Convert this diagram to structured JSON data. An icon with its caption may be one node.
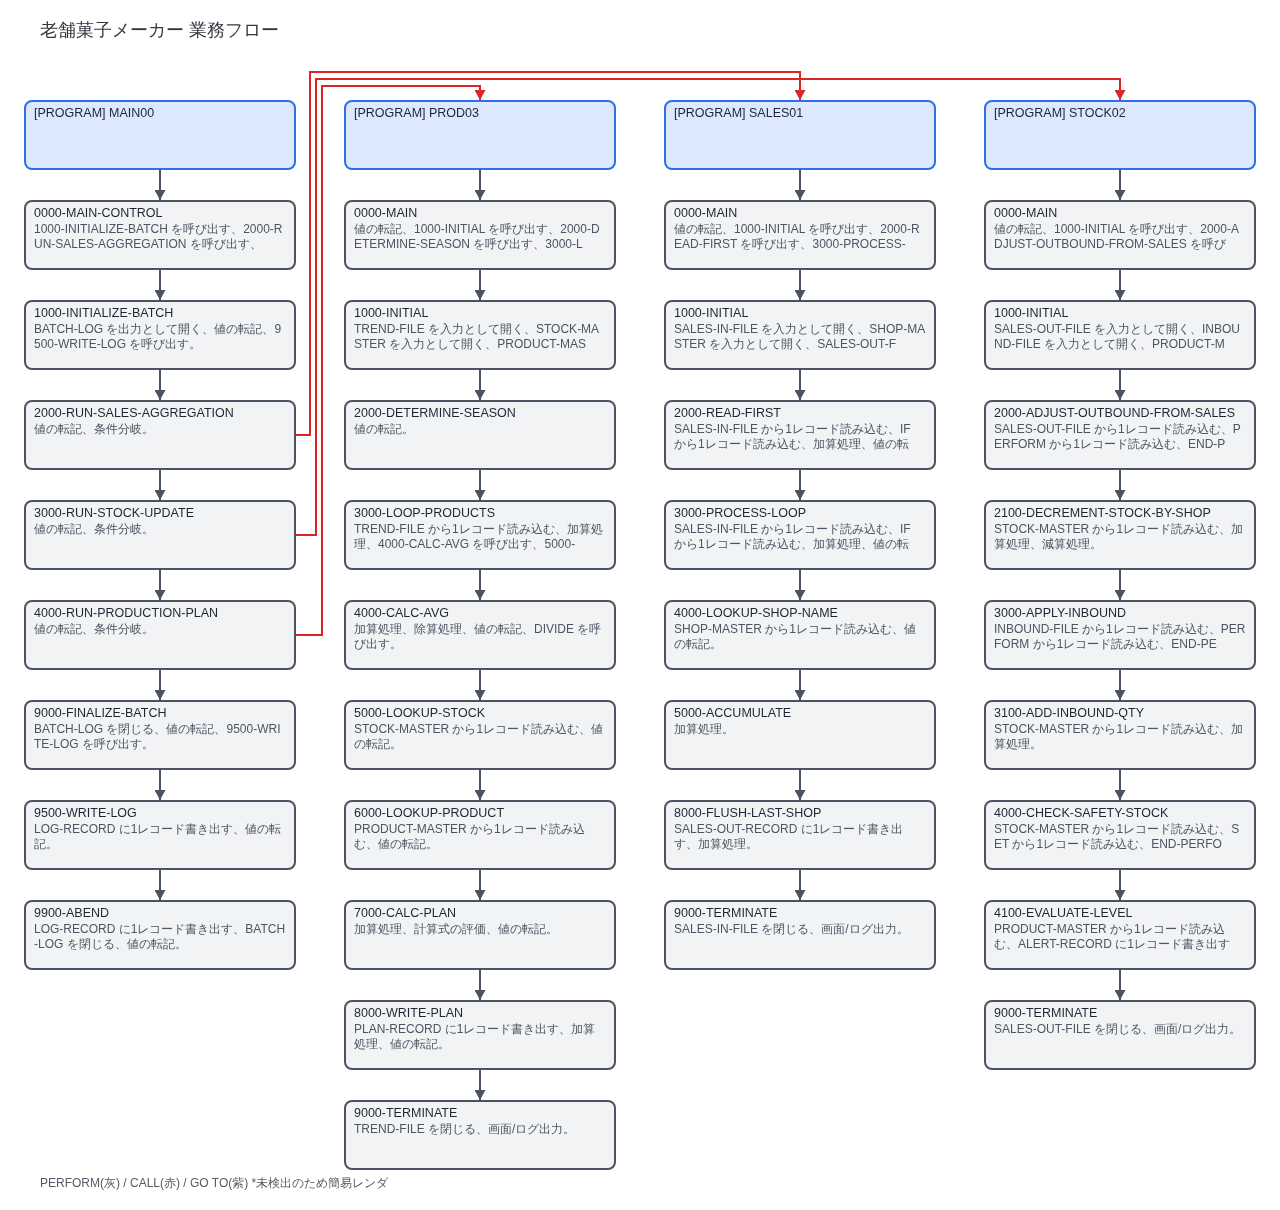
{
  "diagram": {
    "title": "老舗菓子メーカー 業務フロー",
    "nodes": [
      {
        "text": [
          "[PROGRAM] MAIN00"
        ]
      },
      {
        "text": [
          "0000-MAIN-CONTROL",
          "1000-INITIALIZE-BATCH を呼び出す、2000-RUN-SALES-AGGREGATION を呼び出す、"
        ]
      },
      {
        "text": [
          "1000-INITIALIZE-BATCH",
          "BATCH-LOG を出力として開く、値の転記、9500-WRITE-LOG を呼び出す。"
        ]
      },
      {
        "text": [
          "2000-RUN-SALES-AGGREGATION",
          "値の転記、条件分岐。"
        ]
      },
      {
        "text": [
          "3000-RUN-STOCK-UPDATE",
          "値の転記、条件分岐。"
        ]
      },
      {
        "text": [
          "4000-RUN-PRODUCTION-PLAN",
          "値の転記、条件分岐。"
        ]
      },
      {
        "text": [
          "9000-FINALIZE-BATCH",
          "BATCH-LOG を閉じる、値の転記、9500-WRITE-LOG を呼び出す。"
        ]
      },
      {
        "text": [
          "9500-WRITE-LOG",
          "LOG-RECORD に1レコード書き出す、値の転記。"
        ]
      },
      {
        "text": [
          "9900-ABEND",
          "LOG-RECORD に1レコード書き出す、BATCH-LOG を閉じる、値の転記。"
        ]
      },
      {
        "text": [
          "[PROGRAM] PROD03"
        ]
      },
      {
        "text": [
          "0000-MAIN",
          "値の転記、1000-INITIAL を呼び出す、2000-DETERMINE-SEASON を呼び出す、3000-L"
        ]
      },
      {
        "text": [
          "1000-INITIAL",
          "TREND-FILE を入力として開く、STOCK-MASTER を入力として開く、PRODUCT-MAS"
        ]
      },
      {
        "text": [
          "2000-DETERMINE-SEASON",
          "値の転記。"
        ]
      },
      {
        "text": [
          "3000-LOOP-PRODUCTS",
          "TREND-FILE から1レコード読み込む、加算処理、4000-CALC-AVG を呼び出す、5000-"
        ]
      },
      {
        "text": [
          "4000-CALC-AVG",
          "加算処理、除算処理、値の転記、DIVIDE を呼び出す。"
        ]
      },
      {
        "text": [
          "5000-LOOKUP-STOCK",
          "STOCK-MASTER から1レコード読み込む、値の転記。"
        ]
      },
      {
        "text": [
          "6000-LOOKUP-PRODUCT",
          "PRODUCT-MASTER から1レコード読み込む、値の転記。"
        ]
      },
      {
        "text": [
          "7000-CALC-PLAN",
          "加算処理、計算式の評価、値の転記。"
        ]
      },
      {
        "text": [
          "8000-WRITE-PLAN",
          "PLAN-RECORD に1レコード書き出す、加算処理、値の転記。"
        ]
      },
      {
        "text": [
          "9000-TERMINATE",
          "TREND-FILE を閉じる、画面/ログ出力。"
        ]
      },
      {
        "text": [
          "[PROGRAM] SALES01"
        ]
      },
      {
        "text": [
          "0000-MAIN",
          "値の転記、1000-INITIAL を呼び出す、2000-READ-FIRST を呼び出す、3000-PROCESS-"
        ]
      },
      {
        "text": [
          "1000-INITIAL",
          "SALES-IN-FILE を入力として開く、SHOP-MASTER を入力として開く、SALES-OUT-F"
        ]
      },
      {
        "text": [
          "2000-READ-FIRST",
          "SALES-IN-FILE から1レコード読み込む、IF から1レコード読み込む、加算処理、値の転"
        ]
      },
      {
        "text": [
          "3000-PROCESS-LOOP",
          "SALES-IN-FILE から1レコード読み込む、IF から1レコード読み込む、加算処理、値の転"
        ]
      },
      {
        "text": [
          "4000-LOOKUP-SHOP-NAME",
          "SHOP-MASTER から1レコード読み込む、値の転記。"
        ]
      },
      {
        "text": [
          "5000-ACCUMULATE",
          "加算処理。"
        ]
      },
      {
        "text": [
          "8000-FLUSH-LAST-SHOP",
          "SALES-OUT-RECORD に1レコード書き出す、加算処理。"
        ]
      },
      {
        "text": [
          "9000-TERMINATE",
          "SALES-IN-FILE を閉じる、画面/ログ出力。"
        ]
      },
      {
        "text": [
          "[PROGRAM] STOCK02"
        ]
      },
      {
        "text": [
          "0000-MAIN",
          "値の転記、1000-INITIAL を呼び出す、2000-ADJUST-OUTBOUND-FROM-SALES を呼び"
        ]
      },
      {
        "text": [
          "1000-INITIAL",
          "SALES-OUT-FILE を入力として開く、INBOUND-FILE を入力として開く、PRODUCT-M"
        ]
      },
      {
        "text": [
          "2000-ADJUST-OUTBOUND-FROM-SALES",
          "SALES-OUT-FILE から1レコード読み込む、PERFORM から1レコード読み込む、END-P"
        ]
      },
      {
        "text": [
          "2100-DECREMENT-STOCK-BY-SHOP",
          "STOCK-MASTER から1レコード読み込む、加算処理、減算処理。"
        ]
      },
      {
        "text": [
          "3000-APPLY-INBOUND",
          "INBOUND-FILE から1レコード読み込む、PERFORM から1レコード読み込む、END-PE"
        ]
      },
      {
        "text": [
          "3100-ADD-INBOUND-QTY",
          "STOCK-MASTER から1レコード読み込む、加算処理。"
        ]
      },
      {
        "text": [
          "4000-CHECK-SAFETY-STOCK",
          "STOCK-MASTER から1レコード読み込む、SET から1レコード読み込む、END-PERFO"
        ]
      },
      {
        "text": [
          "4100-EVALUATE-LEVEL",
          "PRODUCT-MASTER から1レコード読み込む、ALERT-RECORD に1レコード書き出す"
        ]
      },
      {
        "text": [
          "9000-TERMINATE",
          "SALES-OUT-FILE を閉じる、画面/ログ出力。"
        ]
      }
    ],
    "edges": [
      {
        "from": 0,
        "to": 1,
        "arrow": "to"
      },
      {
        "from": 1,
        "to": 2,
        "arrow": "to"
      },
      {
        "from": 2,
        "to": 3,
        "arrow": "to"
      },
      {
        "from": 3,
        "to": 4,
        "arrow": "to"
      },
      {
        "from": 4,
        "to": 5,
        "arrow": "to"
      },
      {
        "from": 5,
        "to": 6,
        "arrow": "to"
      },
      {
        "from": 6,
        "to": 7,
        "arrow": "to"
      },
      {
        "from": 7,
        "to": 8,
        "arrow": "to"
      },
      {
        "from": 5,
        "to": 9,
        "arrow": "to",
        "color": "#dc2626"
      },
      {
        "from": 9,
        "to": 10,
        "arrow": "to"
      },
      {
        "from": 10,
        "to": 11,
        "arrow": "to"
      },
      {
        "from": 11,
        "to": 12,
        "arrow": "to"
      },
      {
        "from": 12,
        "to": 13,
        "arrow": "to"
      },
      {
        "from": 13,
        "to": 14,
        "arrow": "to"
      },
      {
        "from": 14,
        "to": 15,
        "arrow": "to"
      },
      {
        "from": 15,
        "to": 16,
        "arrow": "to"
      },
      {
        "from": 16,
        "to": 17,
        "arrow": "to"
      },
      {
        "from": 17,
        "to": 18,
        "arrow": "to"
      },
      {
        "from": 18,
        "to": 19,
        "arrow": "to"
      },
      {
        "from": 20,
        "to": 21,
        "arrow": "to"
      },
      {
        "from": 21,
        "to": 22,
        "arrow": "to"
      },
      {
        "from": 22,
        "to": 23,
        "arrow": "to"
      },
      {
        "from": 23,
        "to": 24,
        "arrow": "to"
      },
      {
        "from": 24,
        "to": 25,
        "arrow": "to"
      },
      {
        "from": 25,
        "to": 26,
        "arrow": "to"
      },
      {
        "from": 26,
        "to": 27,
        "arrow": "to"
      },
      {
        "from": 27,
        "to": 28,
        "arrow": "to"
      },
      {
        "from": 3,
        "to": 20,
        "arrow": "to",
        "color": "#dc2626"
      },
      {
        "from": 29,
        "to": 30,
        "arrow": "to"
      },
      {
        "from": 30,
        "to": 31,
        "arrow": "to"
      },
      {
        "from": 31,
        "to": 32,
        "arrow": "to"
      },
      {
        "from": 32,
        "to": 33,
        "arrow": "to"
      },
      {
        "from": 33,
        "to": 34,
        "arrow": "to"
      },
      {
        "from": 34,
        "to": 35,
        "arrow": "to"
      },
      {
        "from": 35,
        "to": 36,
        "arrow": "to"
      },
      {
        "from": 36,
        "to": 37,
        "arrow": "to"
      },
      {
        "from": 37,
        "to": 38,
        "arrow": "to"
      },
      {
        "from": 4,
        "to": 29,
        "arrow": "to",
        "color": "#dc2626"
      }
    ],
    "labels": [
      "PERFORM(灰) / CALL(赤) / GO TO(紫) *未検出のため簡易レンダ"
    ]
  }
}
